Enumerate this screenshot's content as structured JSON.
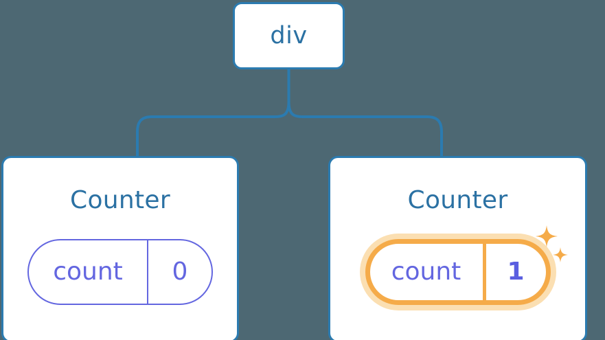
{
  "diagram": {
    "type": "component-tree",
    "background_color": "#4d6873",
    "node_border_color": "#2b7bb0",
    "node_text_color": "#2b71a3",
    "state_color": "#6366e0",
    "highlight_color": "#f5ab49",
    "highlight_glow_color": "#fbdfb2",
    "connector_color": "#2b7bb0",
    "root": {
      "label": "div"
    },
    "children": [
      {
        "title": "Counter",
        "state": {
          "key": "count",
          "value": "0"
        },
        "highlighted": false
      },
      {
        "title": "Counter",
        "state": {
          "key": "count",
          "value": "1"
        },
        "highlighted": true,
        "sparkle_icons": [
          "sparkle-large",
          "sparkle-small"
        ]
      }
    ]
  }
}
